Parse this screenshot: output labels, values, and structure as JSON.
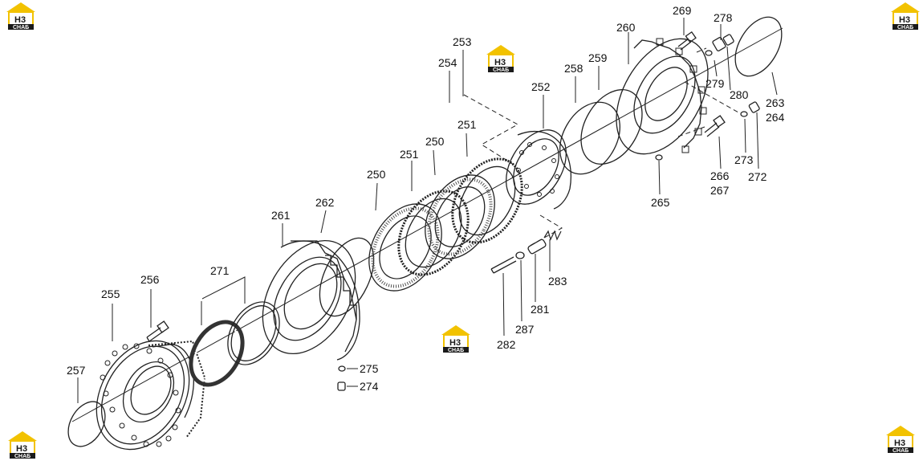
{
  "logo": {
    "brand": "H3",
    "sub": "CHAБ",
    "color": "#f2c200"
  },
  "labels": {
    "l253": "253",
    "l254": "254",
    "l252": "252",
    "l258": "258",
    "l259": "259",
    "l260": "260",
    "l269": "269",
    "l278": "278",
    "l279": "279",
    "l280": "280",
    "l263": "263",
    "l264": "264",
    "l251a": "251",
    "l251b": "251",
    "l250a": "250",
    "l250b": "250",
    "l262": "262",
    "l261": "261",
    "l273": "273",
    "l272": "272",
    "l266": "266",
    "l267": "267",
    "l265": "265",
    "l271": "271",
    "l256": "256",
    "l255": "255",
    "l257": "257",
    "l283": "283",
    "l281": "281",
    "l287": "287",
    "l282": "282",
    "l275": "275",
    "l274": "274"
  }
}
